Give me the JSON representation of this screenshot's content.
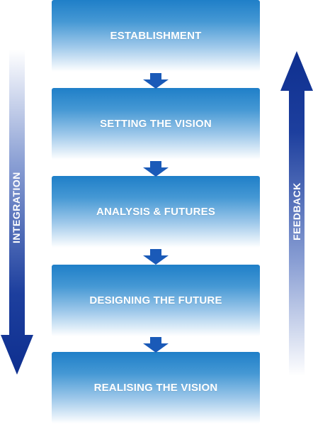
{
  "stages": [
    {
      "label": "ESTABLISHMENT"
    },
    {
      "label": "SETTING THE VISION"
    },
    {
      "label": "ANALYSIS & FUTURES"
    },
    {
      "label": "DESIGNING THE FUTURE"
    },
    {
      "label": "REALISING THE VISION"
    }
  ],
  "left_arrow": {
    "label": "INTEGRATION",
    "direction": "down"
  },
  "right_arrow": {
    "label": "FEEDBACK",
    "direction": "up"
  },
  "colors": {
    "stage_top": "#1f7fc8",
    "arrow_dark": "#0f3f9a",
    "step_arrow": "#1a5ab8"
  }
}
